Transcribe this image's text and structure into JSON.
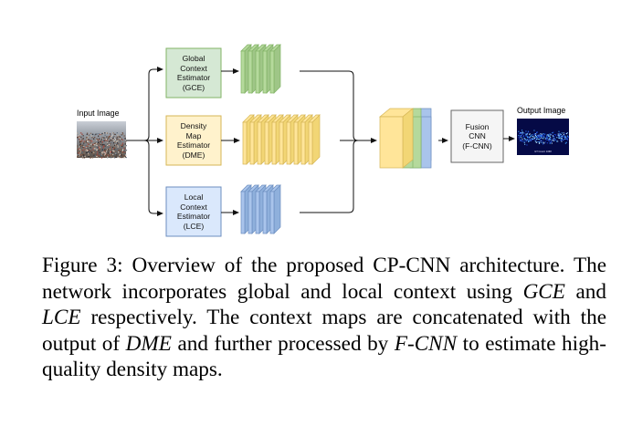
{
  "diagram": {
    "input_label": "Input Image",
    "output_label": "Output Image",
    "output_caption": "GT Count: 1068",
    "gce": {
      "lines": [
        "Global",
        "Context",
        "Estimator",
        "(GCE)"
      ],
      "fill": "#d5e8d4",
      "stroke": "#82b366"
    },
    "dme": {
      "lines": [
        "Density",
        "Map",
        "Estimator",
        "(DME)"
      ],
      "fill": "#fff2cc",
      "stroke": "#d6b656"
    },
    "lce": {
      "lines": [
        "Local",
        "Context",
        "Estimator",
        "(LCE)"
      ],
      "fill": "#dae8fc",
      "stroke": "#6c8ebf"
    },
    "fcnn": {
      "lines": [
        "Fusion",
        "CNN",
        "(F-CNN)"
      ],
      "fill": "#f5f5f5",
      "stroke": "#666666"
    },
    "colors": {
      "green_face": "#b5d99c",
      "green_side": "#9fc687",
      "yellow_face": "#ffe599",
      "yellow_side": "#f2d675",
      "blue_face": "#a9c4eb",
      "blue_side": "#8fb0dc",
      "output_bg": "#050a46"
    }
  },
  "caption": {
    "label": "Figure 3:",
    "t1": " Overview of the proposed CP-CNN architecture. The network incorporates global and local context using ",
    "i1": "GCE",
    "t2": " and ",
    "i2": "LCE",
    "t3": " respectively. The context maps are concatenated with the output of ",
    "i3": "DME",
    "t4": " and further processed by ",
    "i4": "F-CNN",
    "t5": " to estimate high-quality density maps."
  }
}
